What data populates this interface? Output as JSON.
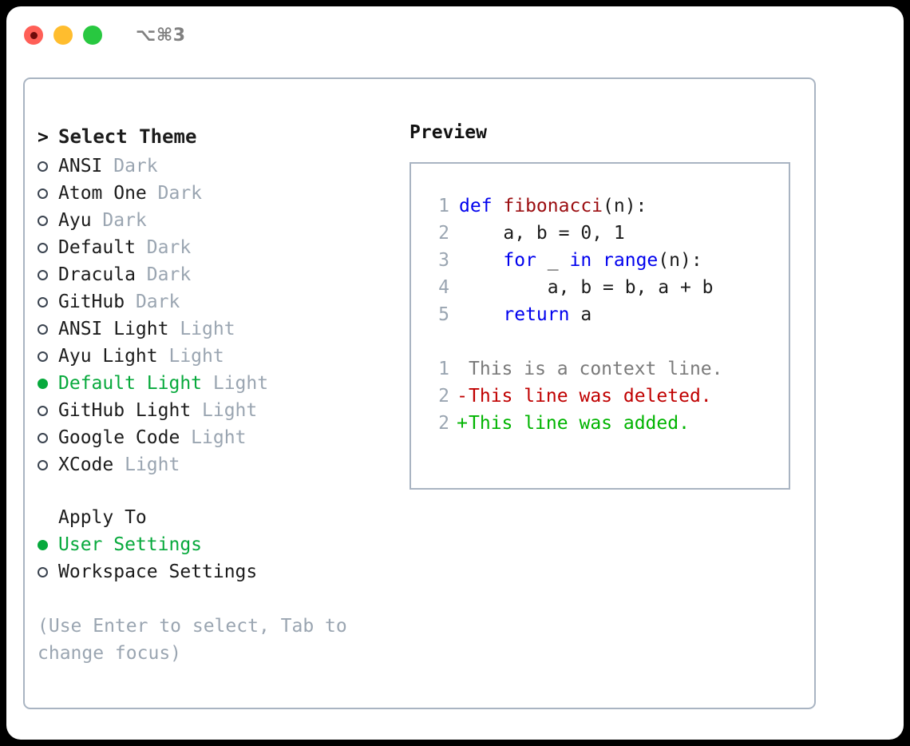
{
  "titlebar": {
    "shortcut": "⌥⌘3",
    "dots": [
      {
        "name": "close-button",
        "color": "#ff5f57"
      },
      {
        "name": "minimize-button",
        "color": "#ffbd2e"
      },
      {
        "name": "maximize-button",
        "color": "#28c840"
      }
    ]
  },
  "colors": {
    "accent_green": "#07a93c",
    "muted_gray": "#9aa5b1",
    "border": "#a9b4c2",
    "keyword_blue": "#0000ee",
    "function_red": "#9b0d10",
    "diff_del": "#c00000",
    "diff_add": "#00b400",
    "diff_ctx": "#7a7a7a"
  },
  "theme_list": {
    "header_marker": ">",
    "header_label": "Select Theme",
    "items": [
      {
        "marker": "○",
        "label": "ANSI",
        "suffix": "Dark",
        "selected": false
      },
      {
        "marker": "○",
        "label": "Atom One",
        "suffix": "Dark",
        "selected": false
      },
      {
        "marker": "○",
        "label": "Ayu",
        "suffix": "Dark",
        "selected": false
      },
      {
        "marker": "○",
        "label": "Default",
        "suffix": "Dark",
        "selected": false
      },
      {
        "marker": "○",
        "label": "Dracula",
        "suffix": "Dark",
        "selected": false
      },
      {
        "marker": "○",
        "label": "GitHub",
        "suffix": "Dark",
        "selected": false
      },
      {
        "marker": "○",
        "label": "ANSI Light",
        "suffix": "Light",
        "selected": false
      },
      {
        "marker": "○",
        "label": "Ayu Light",
        "suffix": "Light",
        "selected": false
      },
      {
        "marker": "●",
        "label": "Default Light",
        "suffix": "Light",
        "selected": true
      },
      {
        "marker": "○",
        "label": "GitHub Light",
        "suffix": "Light",
        "selected": false
      },
      {
        "marker": "○",
        "label": "Google Code",
        "suffix": "Light",
        "selected": false
      },
      {
        "marker": "○",
        "label": "XCode",
        "suffix": "Light",
        "selected": false
      }
    ]
  },
  "apply_to": {
    "header_label": "Apply To",
    "items": [
      {
        "marker": "●",
        "label": "User Settings",
        "selected": true
      },
      {
        "marker": "○",
        "label": "Workspace Settings",
        "selected": false
      }
    ]
  },
  "hint": "(Use Enter to select, Tab to change focus)",
  "preview": {
    "title": "Preview",
    "code_lines": [
      {
        "num": "1",
        "tokens": [
          {
            "t": "def ",
            "c": "kw"
          },
          {
            "t": "fibonacci",
            "c": "fn"
          },
          {
            "t": "(n):",
            "c": "pl"
          }
        ]
      },
      {
        "num": "2",
        "tokens": [
          {
            "t": "    a, b = 0, 1",
            "c": "pl"
          }
        ]
      },
      {
        "num": "3",
        "tokens": [
          {
            "t": "    ",
            "c": "pl"
          },
          {
            "t": "for",
            "c": "kw"
          },
          {
            "t": " _ ",
            "c": "pl"
          },
          {
            "t": "in",
            "c": "kw"
          },
          {
            "t": " ",
            "c": "pl"
          },
          {
            "t": "range",
            "c": "bi"
          },
          {
            "t": "(n):",
            "c": "pl"
          }
        ]
      },
      {
        "num": "4",
        "tokens": [
          {
            "t": "        a, b = b, a + b",
            "c": "pl"
          }
        ]
      },
      {
        "num": "5",
        "tokens": [
          {
            "t": "    ",
            "c": "pl"
          },
          {
            "t": "return",
            "c": "kw"
          },
          {
            "t": " a",
            "c": "pl"
          }
        ]
      }
    ],
    "diff_lines": [
      {
        "num": "1",
        "mark": " ",
        "text": "This is a context line.",
        "kind": "ctx"
      },
      {
        "num": "2",
        "mark": "-",
        "text": "This line was deleted.",
        "kind": "del"
      },
      {
        "num": "2",
        "mark": "+",
        "text": "This line was added.",
        "kind": "add"
      }
    ]
  }
}
